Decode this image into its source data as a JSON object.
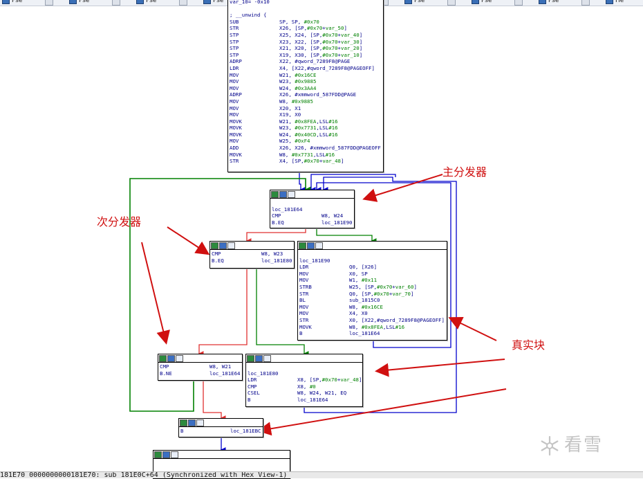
{
  "tabs": [
    {
      "label": "Pse"
    },
    {
      "label": "Pse"
    },
    {
      "label": "Pse"
    },
    {
      "label": "Pse"
    },
    {
      "label": "Pse"
    },
    {
      "label": "Pse"
    },
    {
      "label": "Pse"
    },
    {
      "label": "Pse"
    },
    {
      "label": "Pse"
    },
    {
      "label": "He"
    }
  ],
  "nodes": {
    "entry": {
      "lines": [
        {
          "m": "var_10= -0x10",
          "o": ""
        },
        {
          "m": "",
          "o": ""
        },
        {
          "m": "; __unwind {",
          "o": ""
        },
        {
          "m": "SUB",
          "o": "SP, SP, #0x70"
        },
        {
          "m": "STR",
          "o": "X26, [SP,#0x70+var_50]"
        },
        {
          "m": "STP",
          "o": "X25, X24, [SP,#0x70+var_40]"
        },
        {
          "m": "STP",
          "o": "X23, X22, [SP,#0x70+var_30]"
        },
        {
          "m": "STP",
          "o": "X21, X20, [SP,#0x70+var_20]"
        },
        {
          "m": "STP",
          "o": "X19, X30, [SP,#0x70+var_10]"
        },
        {
          "m": "ADRP",
          "o": "X22, #qword_7289F8@PAGE"
        },
        {
          "m": "LDR",
          "o": "X4, [X22,#qword_7289F8@PAGEOFF]"
        },
        {
          "m": "MOV",
          "o": "W21, #0x16CE"
        },
        {
          "m": "MOV",
          "o": "W23, #0x9885"
        },
        {
          "m": "MOV",
          "o": "W24, #0x3AA4"
        },
        {
          "m": "ADRP",
          "o": "X26, #xmmword_587FDD@PAGE"
        },
        {
          "m": "MOV",
          "o": "W8, #0x9885"
        },
        {
          "m": "MOV",
          "o": "X20, X1"
        },
        {
          "m": "MOV",
          "o": "X19, X0"
        },
        {
          "m": "MOVK",
          "o": "W21, #0x8FEA,LSL#16"
        },
        {
          "m": "MOVK",
          "o": "W23, #0x7731,LSL#16"
        },
        {
          "m": "MOVK",
          "o": "W24, #0x40CD,LSL#16"
        },
        {
          "m": "MOV",
          "o": "W25, #0xF4"
        },
        {
          "m": "ADD",
          "o": "X26, X26, #xmmword_587FDD@PAGEOFF"
        },
        {
          "m": "MOVK",
          "o": "W8, #0x7731,LSL#16"
        },
        {
          "m": "STR",
          "o": "X4, [SP,#0x70+var_48]"
        }
      ]
    },
    "dispatcher": {
      "lines": [
        {
          "m": "",
          "o": ""
        },
        {
          "m": "loc_181E64",
          "o": ""
        },
        {
          "m": "CMP",
          "o": "W8, W24"
        },
        {
          "m": "B.EQ",
          "o": "loc_181E90"
        }
      ]
    },
    "sub_dispatcher": {
      "lines": [
        {
          "m": "CMP",
          "o": "W8, W23"
        },
        {
          "m": "B.EQ",
          "o": "loc_181E80"
        }
      ]
    },
    "real_block_1": {
      "lines": [
        {
          "m": "",
          "o": ""
        },
        {
          "m": "loc_181E90",
          "o": ""
        },
        {
          "m": "LDR",
          "o": "Q0, [X26]"
        },
        {
          "m": "MOV",
          "o": "X0, SP"
        },
        {
          "m": "MOV",
          "o": "W1, #0x11"
        },
        {
          "m": "STRB",
          "o": "W25, [SP,#0x70+var_60]"
        },
        {
          "m": "STR",
          "o": "Q0, [SP,#0x70+var_70]"
        },
        {
          "m": "BL",
          "o": "sub_1815C0"
        },
        {
          "m": "MOV",
          "o": "W8, #0x16CE"
        },
        {
          "m": "MOV",
          "o": "X4, X0"
        },
        {
          "m": "STR",
          "o": "X0, [X22,#qword_7289F8@PAGEOFF]"
        },
        {
          "m": "MOVK",
          "o": "W8, #0x8FEA,LSL#16"
        },
        {
          "m": "B",
          "o": "loc_181E64"
        }
      ]
    },
    "cmp_block": {
      "lines": [
        {
          "m": "CMP",
          "o": "W8, W21"
        },
        {
          "m": "B.NE",
          "o": "loc_181E64"
        }
      ]
    },
    "real_block_2": {
      "lines": [
        {
          "m": "",
          "o": ""
        },
        {
          "m": "loc_181E80",
          "o": ""
        },
        {
          "m": "LDR",
          "o": "X8, [SP,#0x70+var_48]"
        },
        {
          "m": "CMP",
          "o": "X8, #0"
        },
        {
          "m": "CSEL",
          "o": "W8, W24, W21, EQ"
        },
        {
          "m": "B",
          "o": "loc_181E64"
        }
      ]
    },
    "branch_block": {
      "lines": [
        {
          "m": "B",
          "o": "loc_181EBC"
        }
      ]
    },
    "bottom_block": {
      "lines": []
    }
  },
  "annotations": {
    "main_dispatcher": "主分发器",
    "sub_dispatcher": "次分发器",
    "real_block": "真实块"
  },
  "status_bar": "181E70 0000000000181E70: sub_181E0C+64 (Synchronized with Hex View-1)",
  "watermark": "看雪",
  "colors": {
    "edge_true": "#008000",
    "edge_false": "#e03030",
    "edge_jump": "#0000cc",
    "annotation": "#d01010"
  }
}
